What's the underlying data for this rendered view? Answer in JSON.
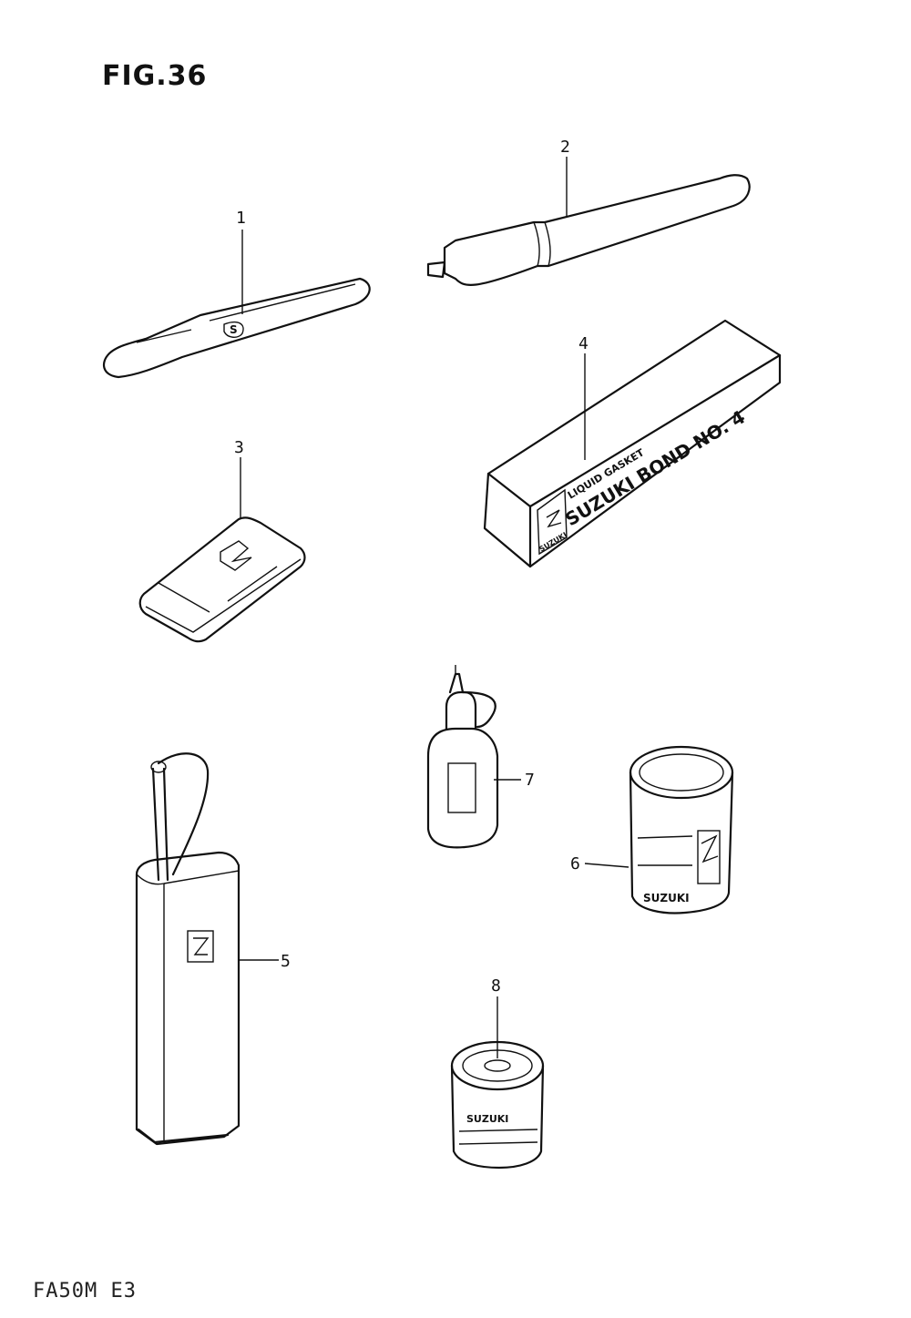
{
  "figure": {
    "title": "FIG.36",
    "footer": "FA50M E3"
  },
  "parts": [
    {
      "number": "1"
    },
    {
      "number": "2"
    },
    {
      "number": "3"
    },
    {
      "number": "4",
      "box_text": [
        "LIQUID GASKET",
        "SUZUKI BOND NO. 4"
      ],
      "brand_text": "SUZUKI"
    },
    {
      "number": "5"
    },
    {
      "number": "6",
      "can_text": "SUZUKI"
    },
    {
      "number": "7"
    },
    {
      "number": "8",
      "can_text": "SUZUKI"
    }
  ]
}
